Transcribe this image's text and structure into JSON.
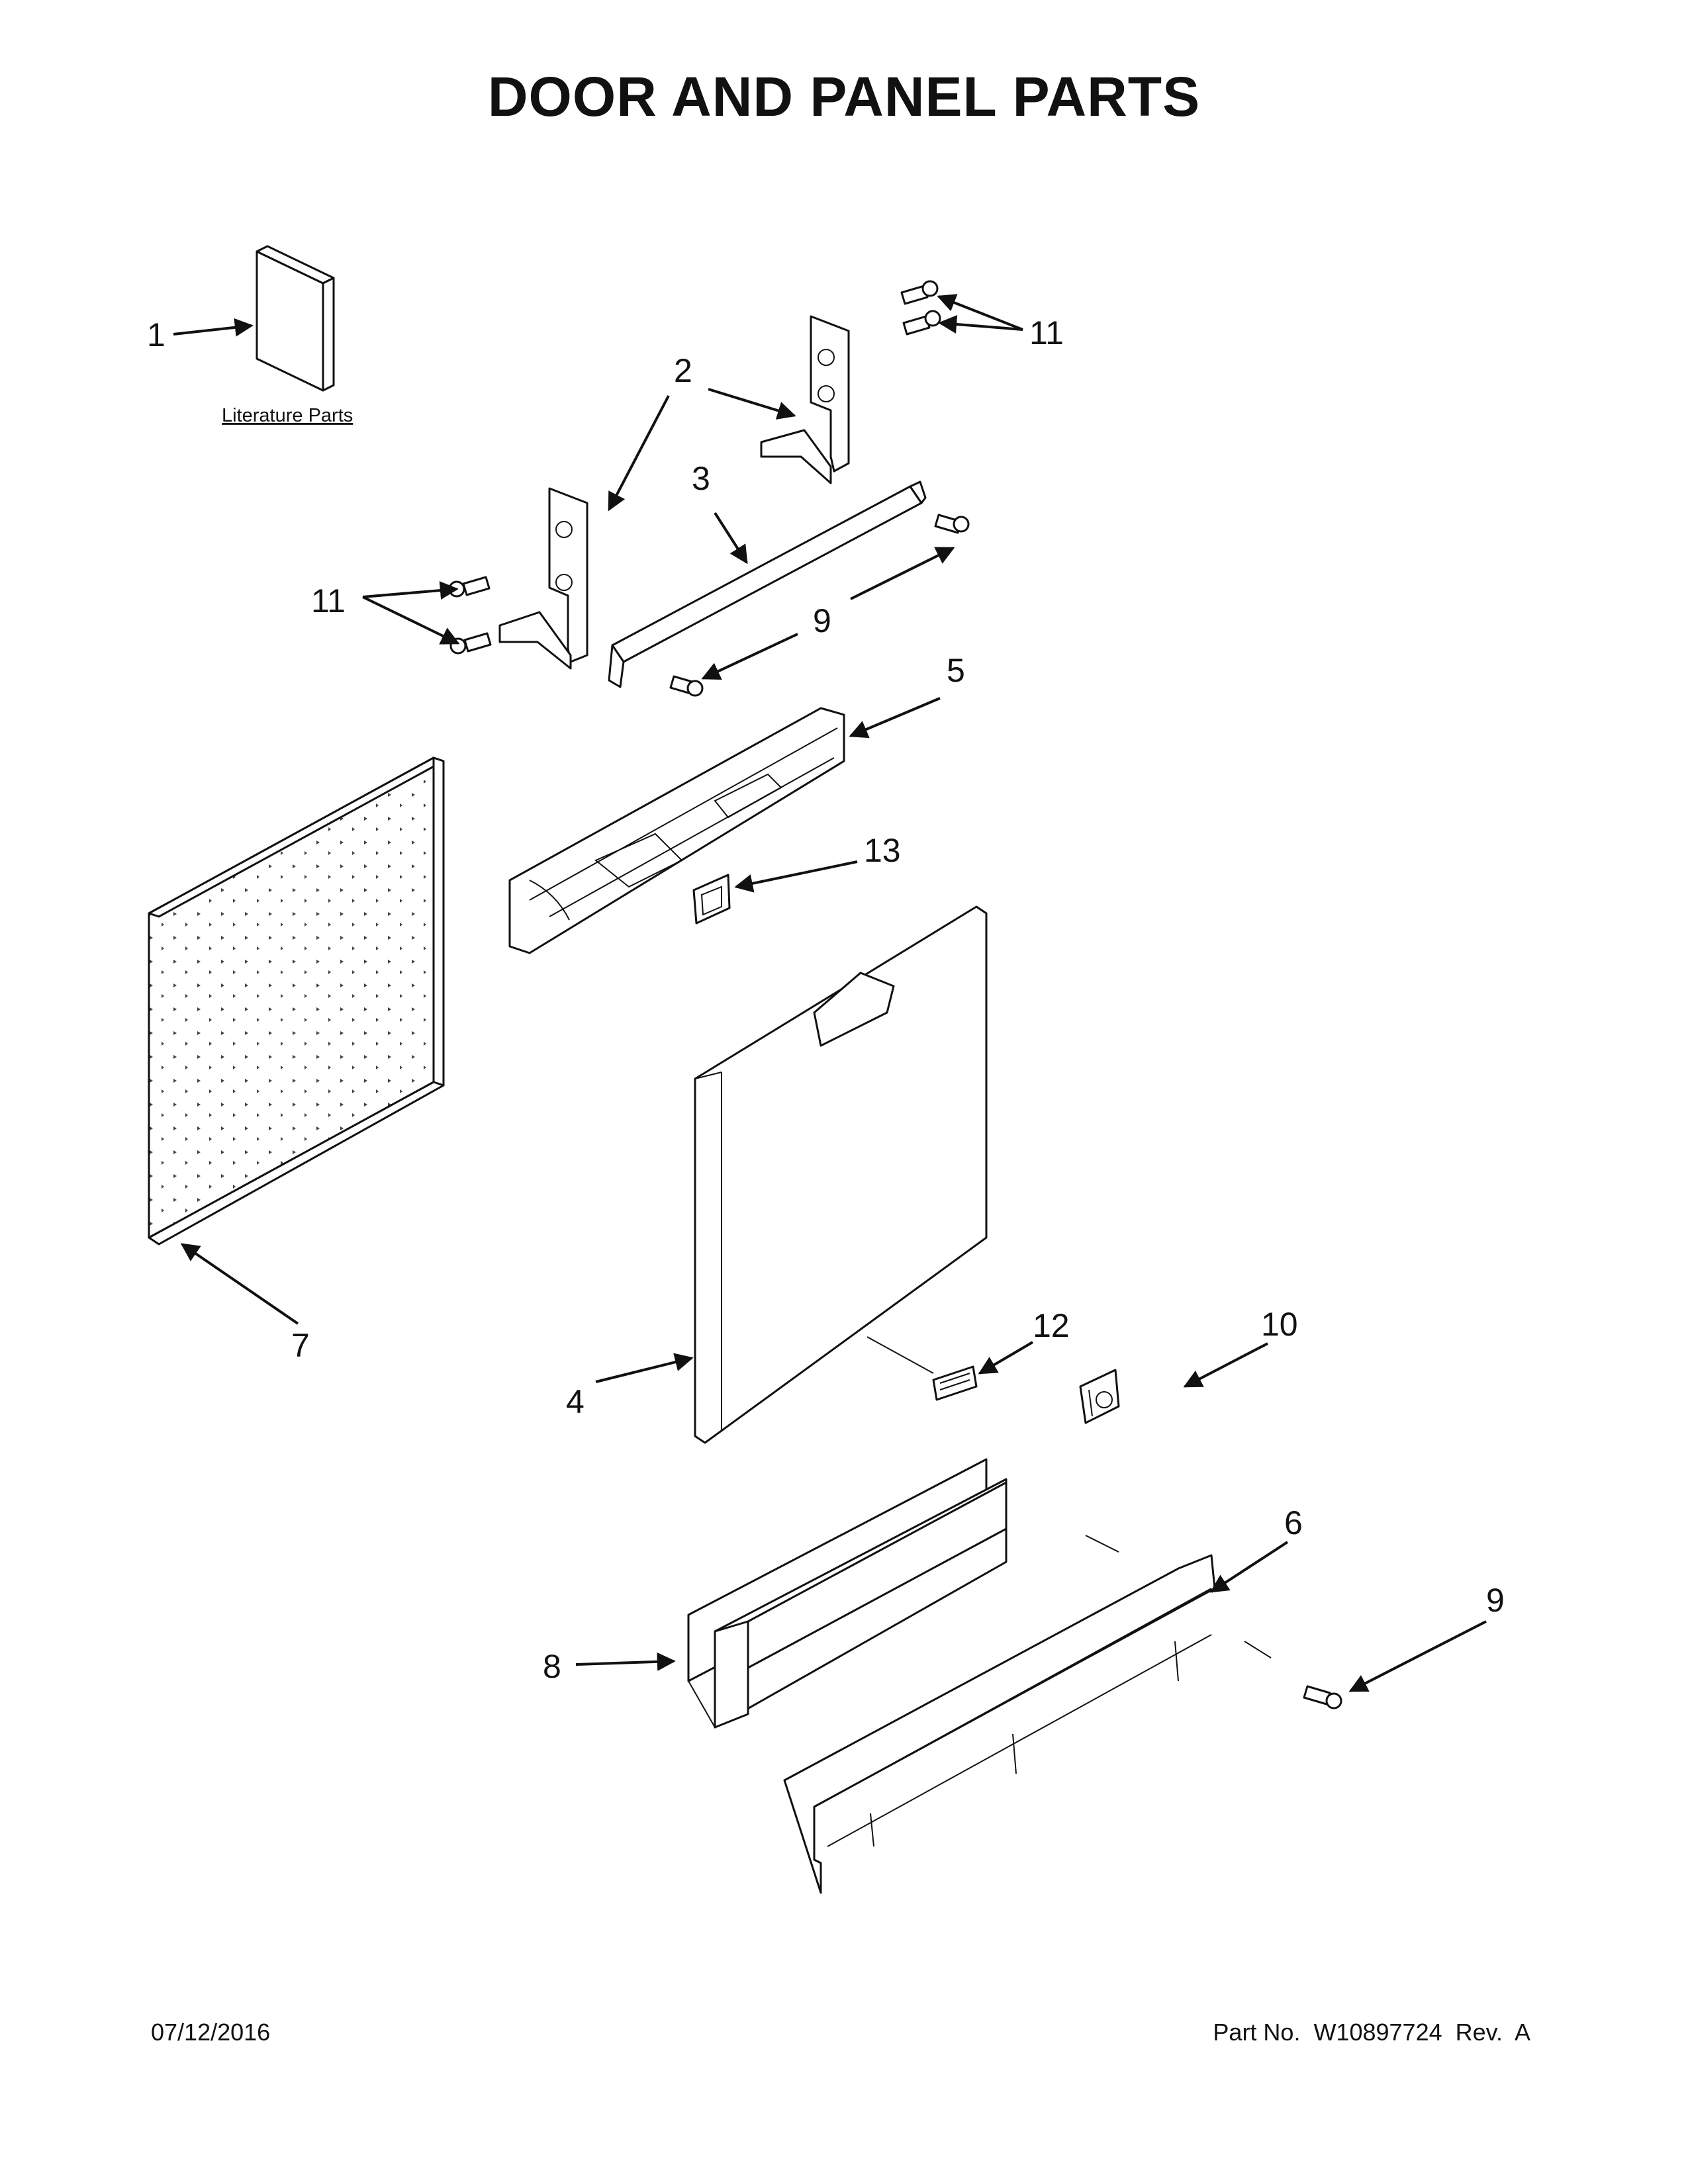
{
  "title": "DOOR AND PANEL PARTS",
  "literature_label": "Literature Parts",
  "callouts": {
    "c1": "1",
    "c2": "2",
    "c3": "3",
    "c4": "4",
    "c5": "5",
    "c6": "6",
    "c7": "7",
    "c8": "8",
    "c9a": "9",
    "c9b": "9",
    "c10": "10",
    "c11a": "11",
    "c11b": "11",
    "c12": "12",
    "c13": "13"
  },
  "footer": {
    "date": "07/12/2016",
    "part_number": "Part No.  W10897724  Rev.  A"
  }
}
